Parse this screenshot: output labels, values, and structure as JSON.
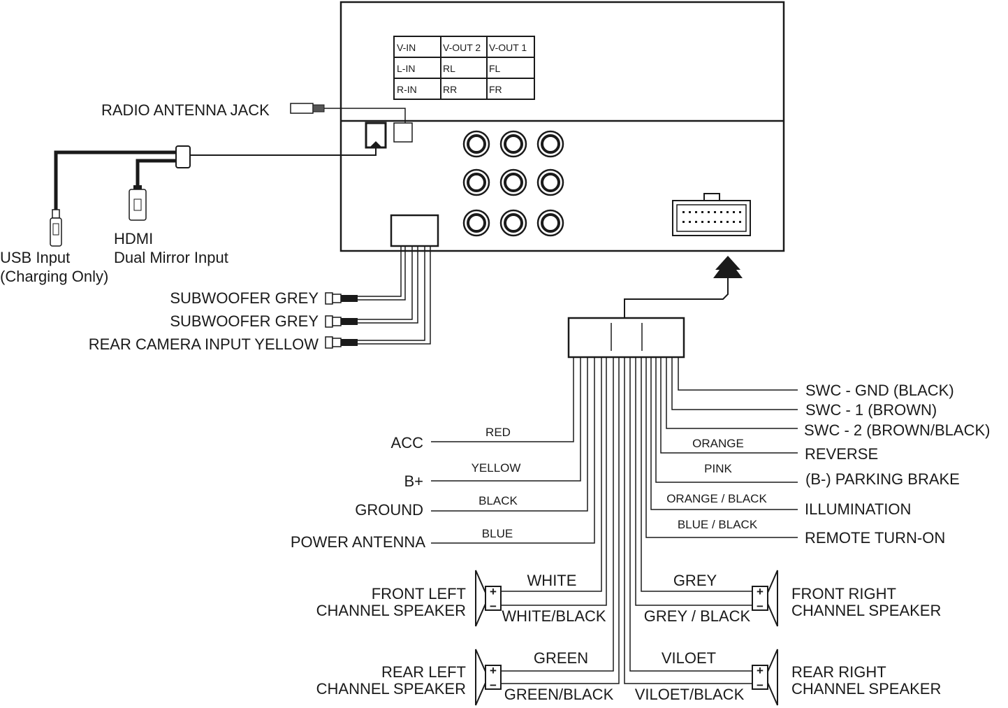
{
  "table": {
    "rows": [
      [
        "V-IN",
        "V-OUT 2",
        "V-OUT 1"
      ],
      [
        "L-IN",
        "RL",
        "FL"
      ],
      [
        "R-IN",
        "RR",
        "FR"
      ]
    ]
  },
  "connectors": {
    "radio_antenna": "RADIO ANTENNA JACK",
    "usb_line1": "USB Input",
    "usb_line2": "(Charging Only)",
    "hdmi_line1": "HDMI",
    "hdmi_line2": "Dual Mirror Input",
    "subwoofer_1": "SUBWOOFER GREY",
    "subwoofer_2": "SUBWOOFER GREY",
    "rear_camera": "REAR CAMERA INPUT YELLOW"
  },
  "left_wires": [
    {
      "function": "ACC",
      "color": "RED"
    },
    {
      "function": "B+",
      "color": "YELLOW"
    },
    {
      "function": "GROUND",
      "color": "BLACK"
    },
    {
      "function": "POWER ANTENNA",
      "color": "BLUE"
    }
  ],
  "right_wires": [
    {
      "function": "SWC - GND (BLACK)",
      "color": ""
    },
    {
      "function": "SWC - 1 (BROWN)",
      "color": ""
    },
    {
      "function": "SWC - 2 (BROWN/BLACK)",
      "color": ""
    },
    {
      "function": "REVERSE",
      "color": "ORANGE"
    },
    {
      "function": "(B-) PARKING BRAKE",
      "color": "PINK"
    },
    {
      "function": "ILLUMINATION",
      "color": "ORANGE / BLACK"
    },
    {
      "function": "REMOTE TURN-ON",
      "color": "BLUE / BLACK"
    }
  ],
  "speakers": {
    "front_left": {
      "line1": "FRONT LEFT",
      "line2": "CHANNEL SPEAKER",
      "pos": "WHITE",
      "neg": "WHITE/BLACK"
    },
    "rear_left": {
      "line1": "REAR LEFT",
      "line2": "CHANNEL SPEAKER",
      "pos": "GREEN",
      "neg": "GREEN/BLACK"
    },
    "front_right": {
      "line1": "FRONT RIGHT",
      "line2": "CHANNEL SPEAKER",
      "pos": "GREY",
      "neg": "GREY / BLACK"
    },
    "rear_right": {
      "line1": "REAR RIGHT",
      "line2": "CHANNEL SPEAKER",
      "pos": "VILOET",
      "neg": "VILOET/BLACK"
    }
  },
  "terminal_plus": "+",
  "terminal_minus": "−"
}
